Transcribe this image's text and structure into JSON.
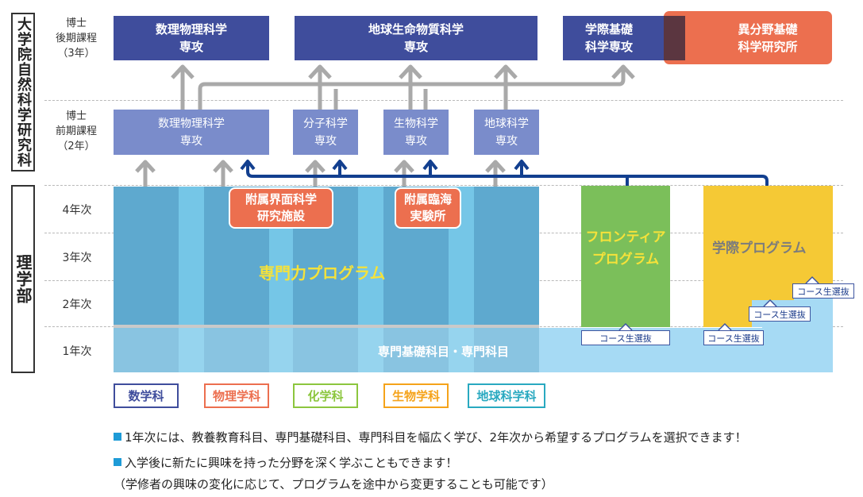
{
  "grad": {
    "label": "大学院自然科学研究科",
    "doctor_label": "博士\n後期課程\n（3年）",
    "master_label": "博士\n前期課程\n（2年）",
    "doctor_boxes": [
      {
        "l1": "数理物理科学",
        "l2": "専攻"
      },
      {
        "l1": "地球生命物質科学",
        "l2": "専攻"
      },
      {
        "l1": "学際基礎",
        "l2": "科学専攻"
      }
    ],
    "institute": {
      "l1": "異分野基礎",
      "l2": "科学研究所"
    },
    "master_boxes": [
      {
        "l1": "数理物理科学",
        "l2": "専攻"
      },
      {
        "l1": "分子科学",
        "l2": "専攻"
      },
      {
        "l1": "生物科学",
        "l2": "専攻"
      },
      {
        "l1": "地球科学",
        "l2": "専攻"
      }
    ]
  },
  "undergrad": {
    "label": "理学部",
    "years": [
      "4年次",
      "3年次",
      "2年次",
      "1年次"
    ],
    "facilities": [
      {
        "l1": "附属界面科学",
        "l2": "研究施設"
      },
      {
        "l1": "附属臨海",
        "l2": "実験所"
      }
    ],
    "senmon_program": "専門力プログラム",
    "frontier": {
      "l1": "フロンティア",
      "l2": "プログラム"
    },
    "gakusai": "学際プログラム",
    "foundation": "専門基礎科目・専門科目",
    "selection": "コース生選抜"
  },
  "departments": [
    {
      "name": "数学科",
      "color": "#3f4d9c"
    },
    {
      "name": "物理学科",
      "color": "#ec6f4f"
    },
    {
      "name": "化学科",
      "color": "#8cc63e"
    },
    {
      "name": "生物学科",
      "color": "#f5a31a"
    },
    {
      "name": "地球科学科",
      "color": "#29a9c0"
    }
  ],
  "notes": [
    "1年次には、教養教育科目、専門基礎科目、専門科目を幅広く学び、2年次から希望するプログラムを選択できます！",
    "入学後に新たに興味を持った分野を深く学ぶこともできます！",
    "（学修者の興味の変化に応じて、プログラムを途中から変更することも可能です）"
  ],
  "colors": {
    "dark_box": "#3f4d9c",
    "light_box": "#7a8ccb",
    "institute": "#ec6f4f",
    "program_blue": "#5ea9cf",
    "stripe": "#75c6e7",
    "foundation": "#a6daf4",
    "frontier": "#7bbf5a",
    "gakusai": "#f5c935",
    "arrow_gray": "#a9a9a9",
    "arrow_blue": "#123f8f"
  }
}
